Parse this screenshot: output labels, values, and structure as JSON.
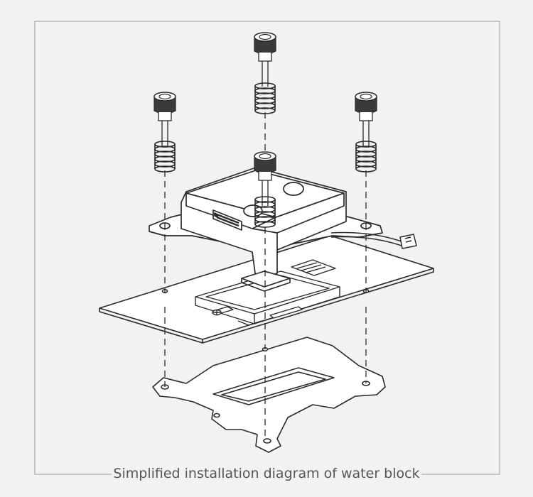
{
  "caption": "Simplified installation diagram of water block",
  "colors": {
    "background": "#f2f2f2",
    "frame": "#9a9a9a",
    "line": "#2a2a2a",
    "screw_cap": "#3a3a3a",
    "caption_text": "#555555"
  },
  "components": [
    "thumb-screw",
    "spring",
    "water-block",
    "rgb-cable",
    "motherboard",
    "cpu-socket",
    "backplate"
  ]
}
